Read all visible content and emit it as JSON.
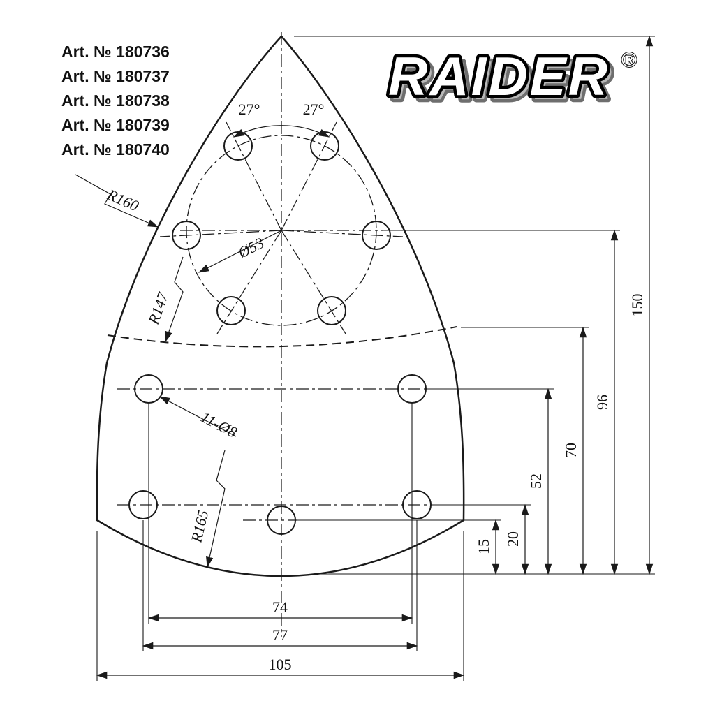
{
  "articles": [
    "Art. № 180736",
    "Art. № 180737",
    "Art. № 180738",
    "Art. № 180739",
    "Art. № 180740"
  ],
  "logo": {
    "brand": "RAIDER",
    "registered": "®"
  },
  "radii": {
    "side": "R160",
    "tip": "R147",
    "bottom": "R165"
  },
  "holes": {
    "count_label": "11-Ø8",
    "pitch_circle_diameter": "Ø53"
  },
  "angles": {
    "left": "27°",
    "right": "27°"
  },
  "dims": {
    "overall_height": "150",
    "circle_center_height": "96",
    "arc_height": "70",
    "upper_row_height": "52",
    "lower_row_height": "20",
    "center_hole_height": "15",
    "upper_row_width": "74",
    "lower_row_width": "77",
    "overall_width": "105"
  },
  "colors": {
    "line": "#1a1a1a",
    "text": "#111111"
  }
}
